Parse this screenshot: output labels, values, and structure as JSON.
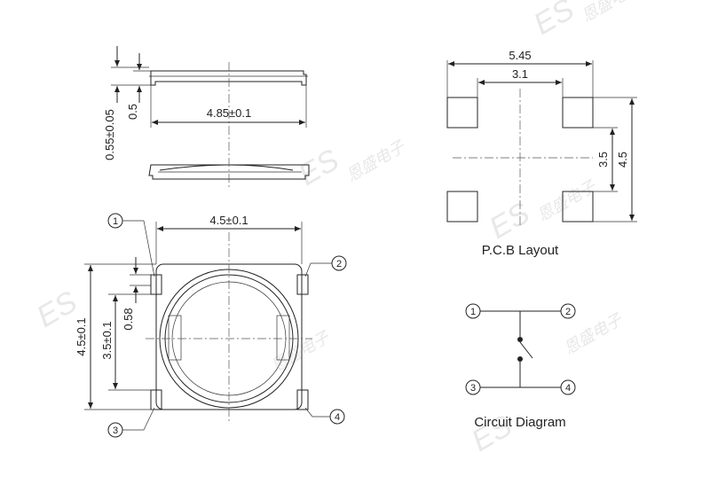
{
  "side_view": {
    "dim_thickness": "0.55±0.05",
    "dim_body_height": "0.5",
    "dim_width": "4.85±0.1"
  },
  "top_view": {
    "dim_width": "4.5±0.1",
    "dim_height": "4.5±0.1",
    "dim_inner": "3.5±0.1",
    "dim_small": "0.58",
    "pins": [
      "1",
      "2",
      "3",
      "4"
    ]
  },
  "pcb_layout": {
    "dim_outer_width": "5.45",
    "dim_inner_width": "3.1",
    "dim_inner_height": "3.5",
    "dim_outer_height": "4.5",
    "caption": "P.C.B Layout"
  },
  "circuit": {
    "pins": [
      "1",
      "2",
      "3",
      "4"
    ],
    "caption": "Circuit Diagram"
  },
  "watermark": {
    "brand": "ES",
    "text": "恩盛电子"
  }
}
